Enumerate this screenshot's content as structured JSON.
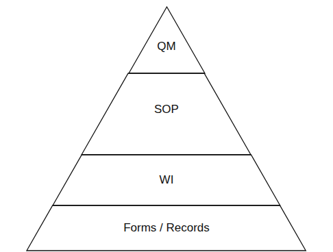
{
  "diagram": {
    "nodes": [
      {
        "text": [
          "QM"
        ]
      },
      {
        "text": [
          "SOP"
        ]
      },
      {
        "text": [
          "WI"
        ]
      },
      {
        "text": [
          "Forms / Records"
        ]
      }
    ]
  }
}
